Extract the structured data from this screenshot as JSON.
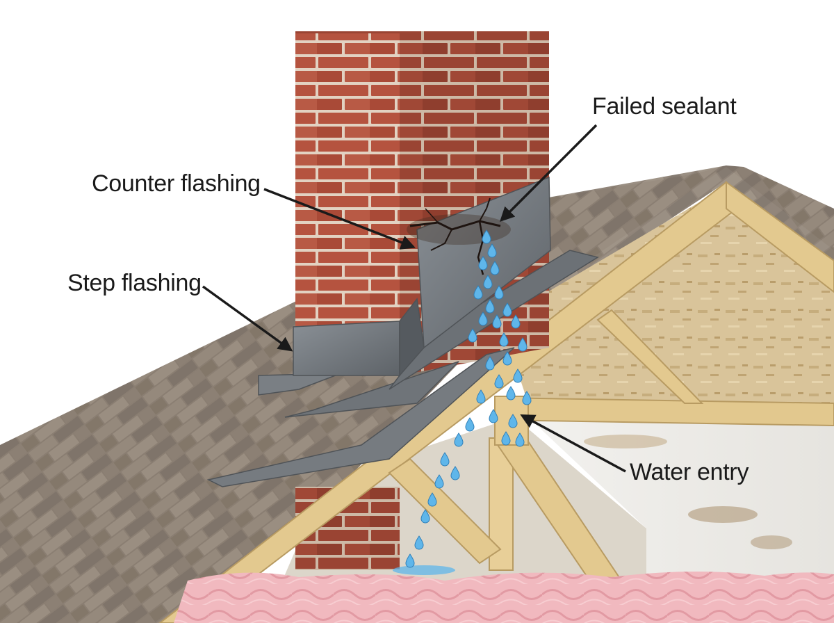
{
  "labels": {
    "failed_sealant": "Failed sealant",
    "counter_flashing": "Counter flashing",
    "step_flashing": "Step flashing",
    "water_entry": "Water entry"
  },
  "colors": {
    "brick": "#b5533f",
    "mortar": "#e2d2c2",
    "shingle": "#8a7e72",
    "flashing": "#6f7479",
    "timber": "#e3c98f",
    "osb": "#d9c49a",
    "insulation": "#f1b9bf",
    "water": "#5fb6ea"
  }
}
